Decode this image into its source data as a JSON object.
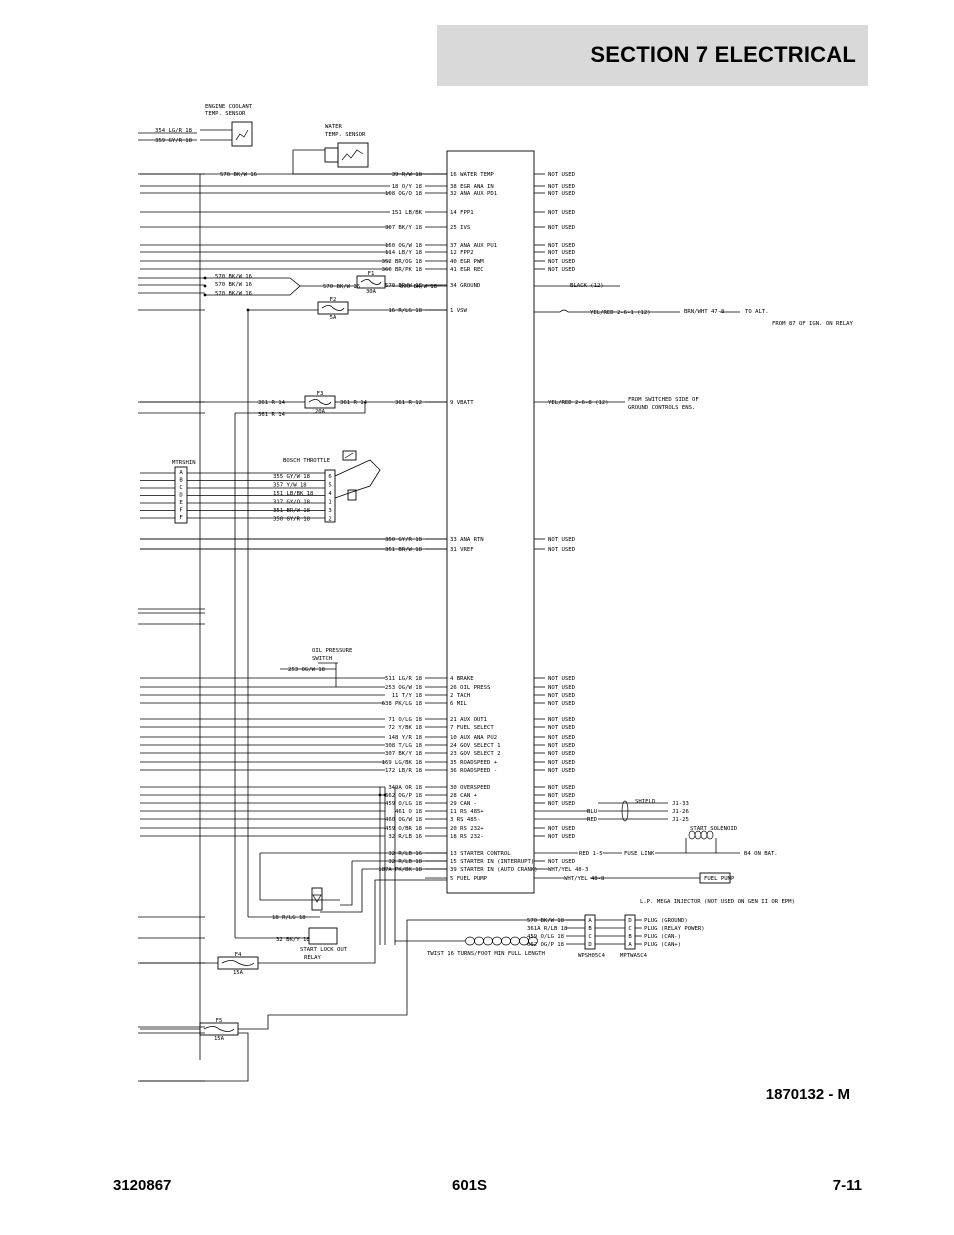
{
  "header": {
    "section_title": "SECTION 7   ELECTRICAL"
  },
  "drawing_number": "1870132 - M",
  "footer": {
    "left": "3120867",
    "center": "601S",
    "right": "7-11"
  },
  "components": {
    "coolant_sensor": "ENGINE COOLANT TEMP. SENSOR",
    "water_sensor": "WATER TEMP. SENSOR",
    "throttle": "BOSCH THROTTLE",
    "oil_switch": "OIL PRESSURE SWITCH",
    "start_lockout": "START LOCK OUT RELAY",
    "start_solenoid": "START SOLENOID",
    "connector_left": "MTRSHIN",
    "connector_w": "WPSH05C4",
    "connector_m": "MPTWA5C4"
  },
  "fuses": {
    "f1": "F1",
    "f1_rating": "30A",
    "f2": "F2",
    "f2_rating": "5A",
    "f3": "F3",
    "f3_rating": "20A",
    "f4": "F4",
    "f4_rating": "15A",
    "f5": "F5",
    "f5_rating": "15A"
  },
  "ecm_pins": [
    "16 WATER TEMP",
    "38 EGR ANA IN",
    "32 ANA AUX PD1",
    "14 FPP1",
    "25 IVS",
    "37 ANA AUX PU1",
    "12 FPP2",
    "40 EGR PWM",
    "41 EGR REC",
    "34 GROUND",
    "1 VSW",
    "9 VBATT",
    "33 ANA RTN",
    "31 VREF",
    "4 BRAKE",
    "26 OIL PRESS",
    "2 TACH",
    "6 MIL",
    "21 AUX OUT1",
    "7 FUEL SELECT",
    "10 AUX ANA PU2",
    "24 GOV SELECT 1",
    "23 GOV SELECT 2",
    "35 ROADSPEED +",
    "36 ROADSPEED -",
    "30 OVERSPEED",
    "28 CAN +",
    "29 CAN -",
    "11 RS 485+",
    "3 RS 485-",
    "20 RS 232+",
    "18 RS 232-",
    "13 STARTER CONTROL",
    "15 STARTER IN (INTERRUPT)",
    "39 STARTER IN (AUTO CRANK)",
    "5 FUEL PUMP"
  ],
  "wires_left": [
    "39 R/W 18",
    "18 O/Y 18",
    "108 OG/O 18",
    "151 LB/BK",
    "307 BK/Y 18",
    "150 OG/W 18",
    "114 LB/Y 18",
    "352 BR/OG 18",
    "360 BR/PK 18",
    "570 BR/W 18",
    "16 R/LG 18",
    "361 R 12",
    "350 GY/R 18",
    "351 BR/W 18",
    "511 LG/R 18",
    "253 OG/W 18",
    "11 T/Y 18",
    "638 PK/LG 18",
    "71 O/LG 18",
    "72 Y/BK 18",
    "148 Y/R 18",
    "308 T/LG 18",
    "307 BK/Y 18",
    "169 LG/BK 18",
    "172 LB/R 18",
    "349A OR 18",
    "662 OG/P 18",
    "459 O/LG 18",
    "461 O 18",
    "460 OG/W 18",
    "459 O/BR 18",
    "32 R/LB 16",
    "32 R/LB 16",
    "32 R/LB 18",
    "187A PK/BK 18"
  ],
  "wires_misc": {
    "w354": "354 LG/R 18",
    "w359": "359 GY/R 18",
    "w570": "570 BK/W 16",
    "w570b": "570 BK/W 16",
    "w570c": "570 BK/W 16",
    "w570d": "570 BK/W 16",
    "w570e": "570 BK/W 18",
    "w361a": "361 R 14",
    "w361b": "361 R 14",
    "w361c": "361 R 14",
    "w253": "253 OG/W 18",
    "w570f": "570 BK/W 18",
    "w361f": "361A R/LB 18",
    "w459f": "459 O/LG 18",
    "w662f": "662 OG/P 18"
  },
  "throttle_pins": {
    "p6": "355 GY/W 18",
    "p5": "357 Y/W 18",
    "p4": "151 LB/BK 18",
    "p1": "317 GY/O 18",
    "p3": "351 BR/W 18",
    "p2": "350 GY/R 18"
  },
  "right_side": {
    "not_used": "NOT USED",
    "black": "BLACK (12)",
    "yel_red_1": "YEL/RED 2-6-1 (12)",
    "brn_wht": "BRN/WHT 47-8",
    "to_alt": "TO ALT.",
    "from_87": "FROM 87 OF IGN. ON RELAY",
    "yel_red_2": "YEL/RED 2-6-8 (12)",
    "from_switched": "FROM SWITCHED SIDE OF GROUND CONTROLS ENS.",
    "shield": "SHIELD",
    "blu": "BLU",
    "red": "RED",
    "j133": "J1-33",
    "j126": "J1-26",
    "j125": "J1-25",
    "red15": "RED 1-5",
    "fuse_link": "FUSE LINK",
    "b4": "B4 ON BAT.",
    "wht_yel_1": "WHT/YEL 48-3",
    "wht_yel_2": "WHT/YEL 48-8",
    "fuel_pump": "FUEL PUMP",
    "lp_note": "L.P. MEGA INJECTOR (NOT USED ON GEN II OR EPM)",
    "plug_ground": "PLUG (GROUND)",
    "plug_relay": "PLUG (RELAY POWER)",
    "plug_can_minus": "PLUG (CAN-)",
    "plug_can_plus": "PLUG (CAN+)",
    "twist": "TWIST 16 TURNS/FOOT MIN FULL LENGTH"
  }
}
